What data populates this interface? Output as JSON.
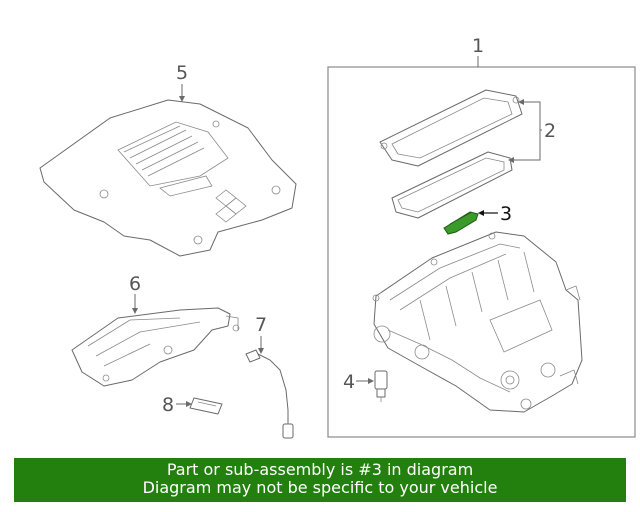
{
  "callouts": {
    "c1": "1",
    "c2": "2",
    "c3": "3",
    "c4": "4",
    "c5": "5",
    "c6": "6",
    "c7": "7",
    "c8": "8"
  },
  "highlight_color": "#3a9a2a",
  "banner": {
    "line1": "Part or sub-assembly is #3 in diagram",
    "line2": "Diagram may not be specific to your vehicle",
    "color": "#23800f"
  }
}
